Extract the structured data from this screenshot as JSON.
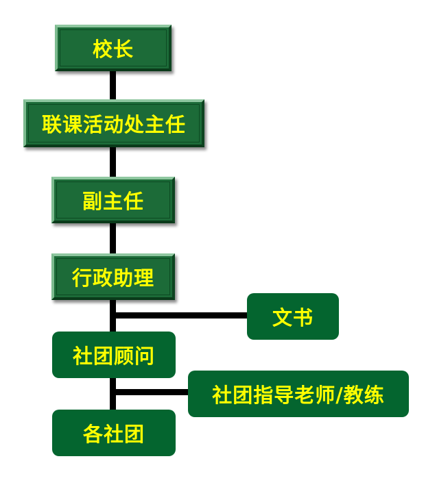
{
  "colors": {
    "box_fill": "#1c6b38",
    "rounded_fill": "#04652f",
    "text": "#ffff00",
    "line": "#000000"
  },
  "nodes": {
    "principal": "校长",
    "cca_director": "联课活动处主任",
    "deputy_director": "副主任",
    "admin_assistant": "行政助理",
    "clerk": "文书",
    "club_advisor": "社团顾问",
    "club_teacher_coach": "社团指导老师/教练",
    "all_clubs": "各社团"
  }
}
